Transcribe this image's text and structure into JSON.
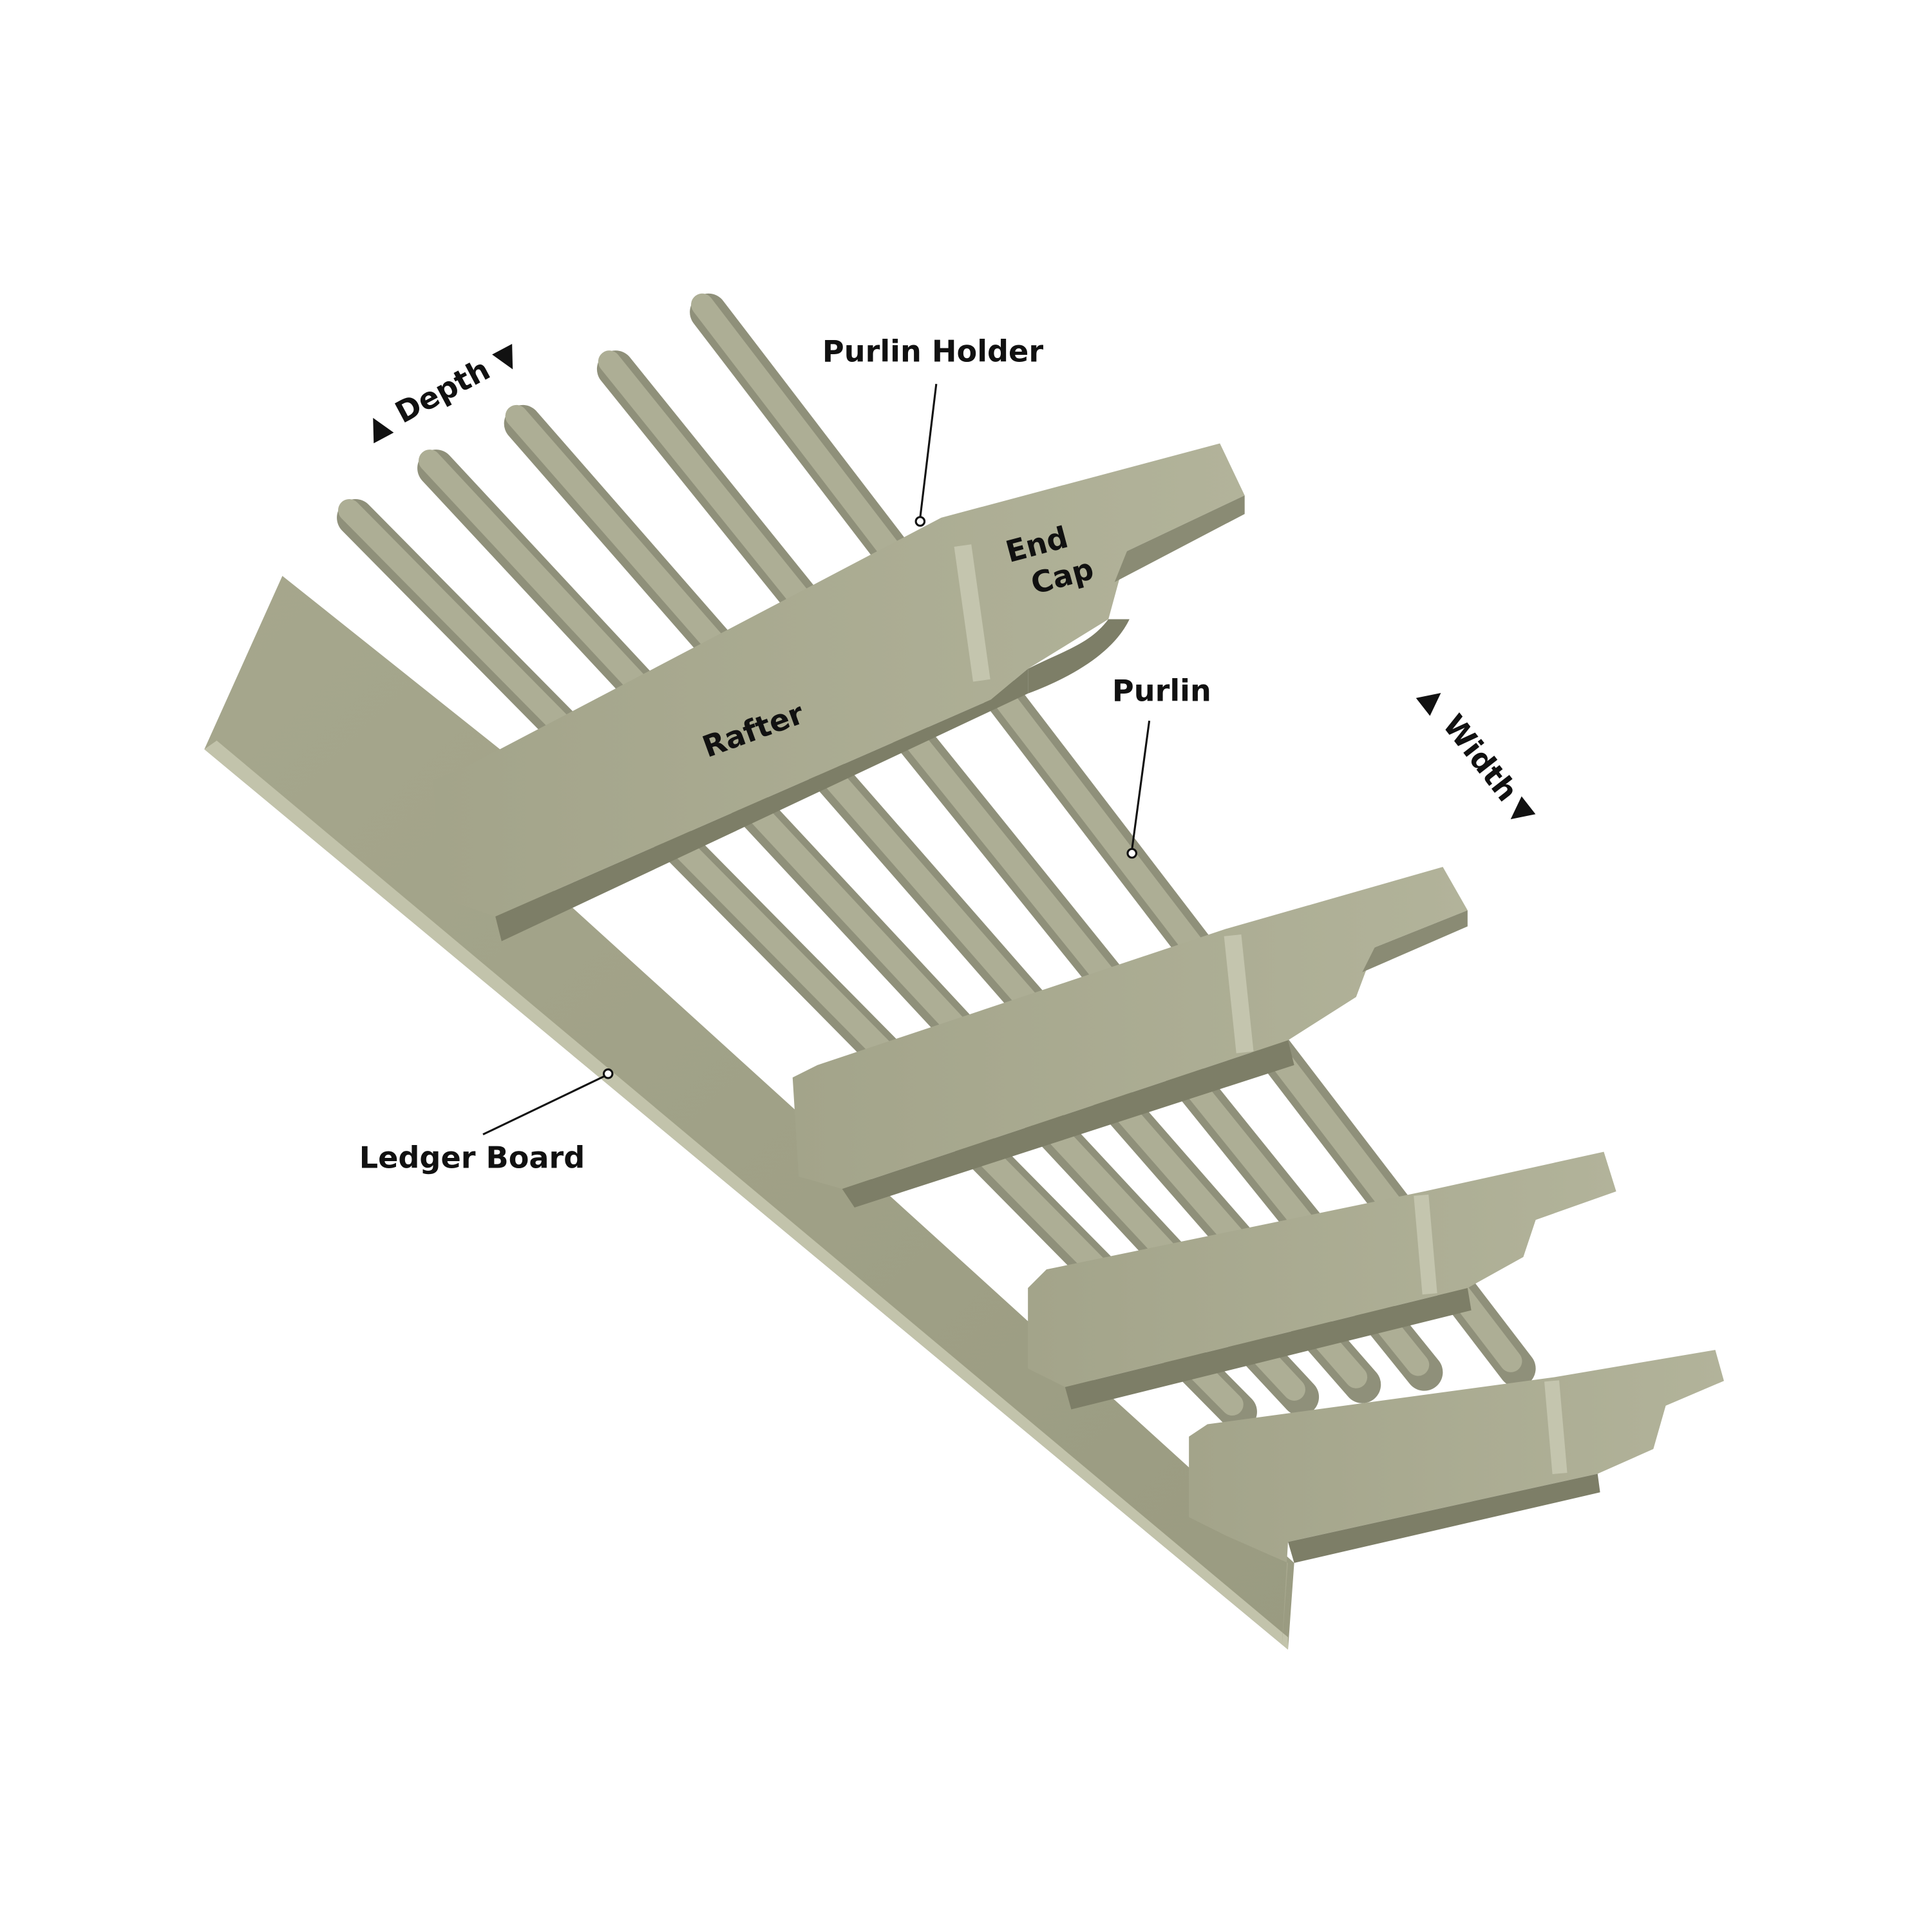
{
  "labels": {
    "purlin_holder": "Purlin Holder",
    "end_cap_line1": "End",
    "end_cap_line2": "Cap",
    "rafter": "Rafter",
    "purlin": "Purlin",
    "ledger_board": "Ledger Board",
    "depth": "Depth",
    "width": "Width"
  },
  "dimension_arrows": {
    "up": "▲",
    "down": "▼"
  },
  "colors": {
    "face_light": "#b0b197",
    "face_mid": "#a3a48a",
    "face_dark": "#7d7e67",
    "edge": "#c4c5ae"
  }
}
